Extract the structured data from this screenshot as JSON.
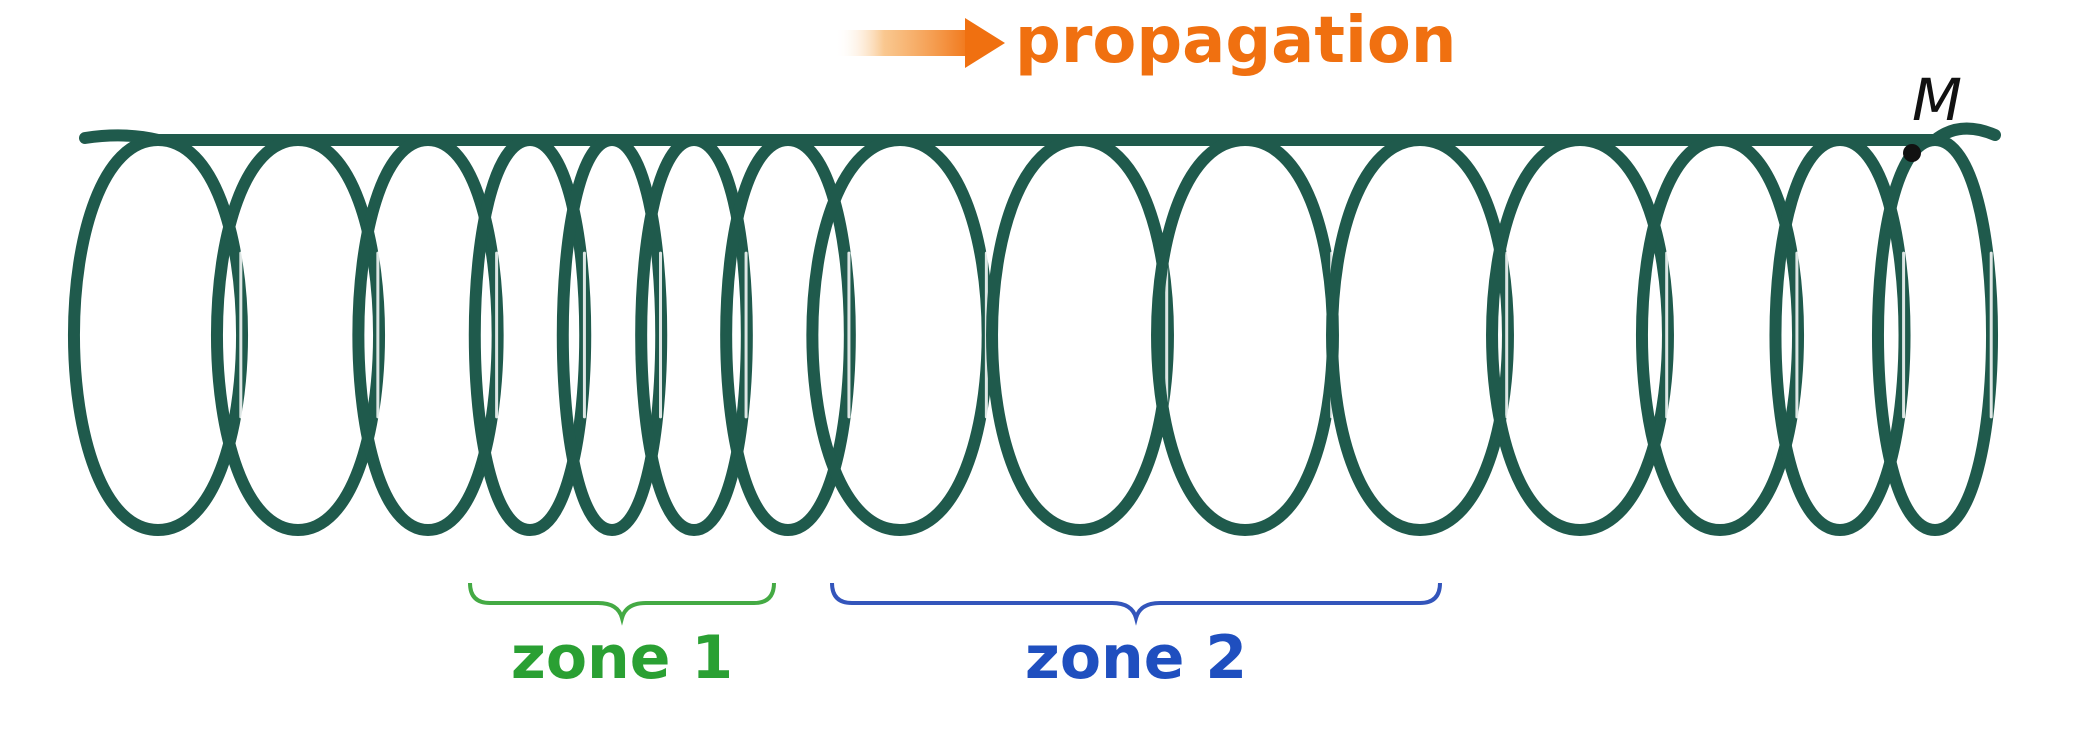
{
  "propagation": {
    "label": "propagation",
    "color": "#f07010",
    "arrow_color": "#f07010"
  },
  "spring": {
    "color": "#1f5a4c",
    "highlight_color": "#ffffff",
    "point_label": "M",
    "point_color": "#111111"
  },
  "zones": [
    {
      "label": "zone 1",
      "color": "#2aa033",
      "bracket_color": "#44aa44"
    },
    {
      "label": "zone 2",
      "color": "#1f4fbf",
      "bracket_color": "#3355bb"
    }
  ]
}
